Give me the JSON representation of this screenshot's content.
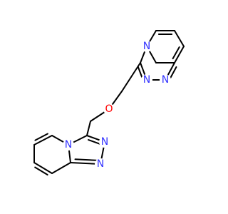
{
  "molecule": {
    "atom_labels": {
      "n_upper_bridge": "N",
      "n_upper_triazole_a": "N",
      "n_upper_triazole_b": "N",
      "o_ether": "O",
      "n_lower_bridge": "N",
      "n_lower_triazole_a": "N",
      "n_lower_triazole_b": "N"
    },
    "colors": {
      "bond": "#000000",
      "nitrogen": "#3333ff",
      "oxygen": "#ff0000",
      "background": "#ffffff"
    }
  }
}
